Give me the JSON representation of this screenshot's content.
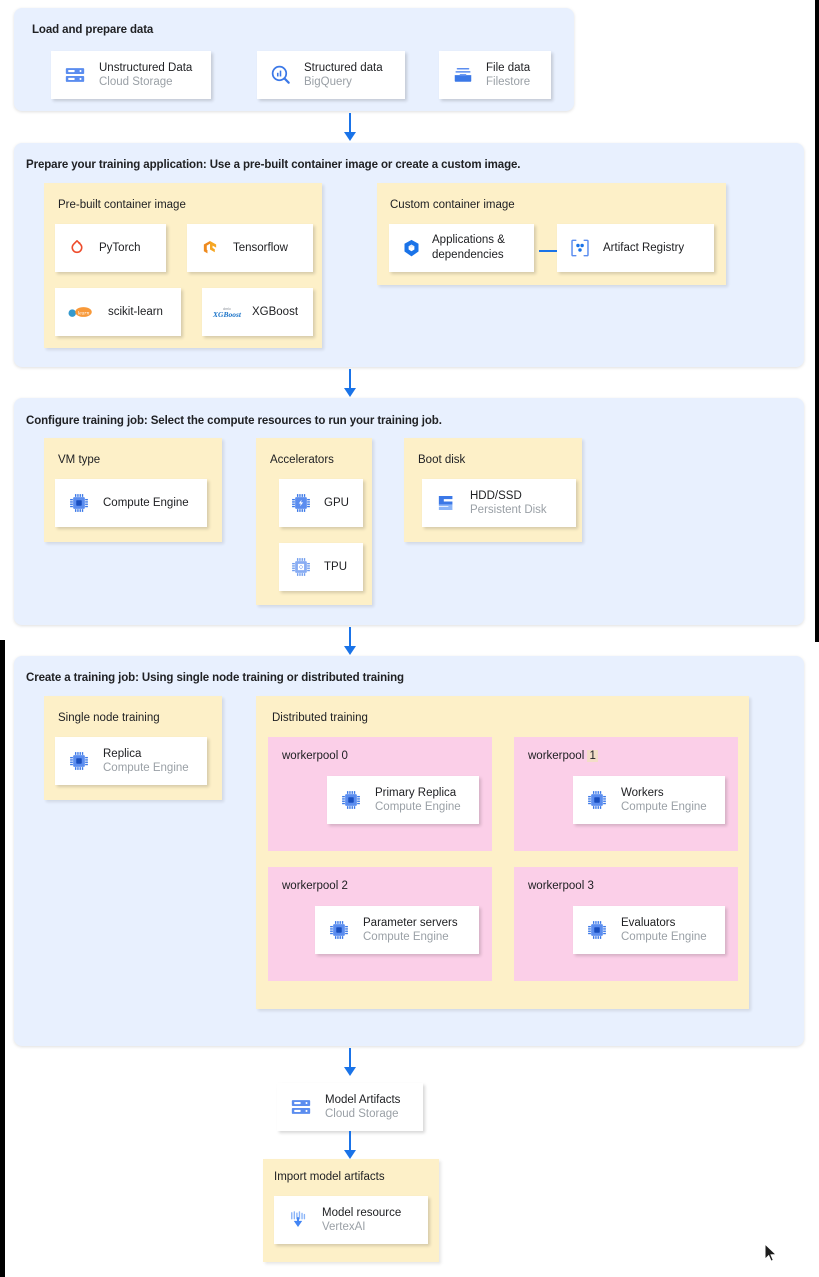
{
  "diagram": {
    "accent_blue": "#1a73e8",
    "stage_bg": "#e8f0fe",
    "group_bg": "#fdf0c8",
    "pool_bg": "#fbcfe8"
  },
  "stages": {
    "load": {
      "title": "Load and prepare data",
      "cards": [
        {
          "title": "Unstructured Data",
          "subtitle": "Cloud Storage",
          "icon": "cloud-storage-icon"
        },
        {
          "title": "Structured data",
          "subtitle": "BigQuery",
          "icon": "bigquery-icon"
        },
        {
          "title": "File data",
          "subtitle": "Filestore",
          "icon": "filestore-icon"
        }
      ]
    },
    "prepare": {
      "title": "Prepare your training application: Use a pre-built container image or create a custom image.",
      "prebuilt": {
        "title": "Pre-built container image",
        "cards": [
          {
            "title": "PyTorch",
            "icon": "pytorch-icon"
          },
          {
            "title": "Tensorflow",
            "icon": "tensorflow-icon"
          },
          {
            "title": "scikit-learn",
            "icon": "scikit-learn-icon"
          },
          {
            "title": "XGBoost",
            "icon": "xgboost-icon"
          }
        ]
      },
      "custom": {
        "title": "Custom container image",
        "cards": [
          {
            "title": "Applications & dependencies",
            "icon": "applications-icon"
          },
          {
            "title": "Artifact Registry",
            "icon": "artifact-registry-icon"
          }
        ]
      }
    },
    "configure": {
      "title": "Configure training job: Select the compute resources to run your training job.",
      "groups": [
        {
          "title": "VM type",
          "cards": [
            {
              "title": "Compute Engine",
              "icon": "compute-engine-icon"
            }
          ]
        },
        {
          "title": "Accelerators",
          "cards": [
            {
              "title": "GPU",
              "icon": "gpu-icon"
            },
            {
              "title": "TPU",
              "icon": "tpu-icon"
            }
          ]
        },
        {
          "title": "Boot disk",
          "cards": [
            {
              "title": "HDD/SSD",
              "subtitle": "Persistent Disk",
              "icon": "persistent-disk-icon"
            }
          ]
        }
      ]
    },
    "create": {
      "title": "Create a training job: Using single node training or distributed training",
      "single_node": {
        "title": "Single node training",
        "cards": [
          {
            "title": "Replica",
            "subtitle": "Compute Engine",
            "icon": "compute-engine-icon"
          }
        ]
      },
      "distributed": {
        "title": "Distributed training",
        "pools": [
          {
            "label_prefix": "workerpool ",
            "index": "0",
            "highlighted": false,
            "card": {
              "title": "Primary Replica",
              "subtitle": "Compute Engine",
              "icon": "compute-engine-icon"
            }
          },
          {
            "label_prefix": "workerpool ",
            "index": "1",
            "highlighted": true,
            "card": {
              "title": "Workers",
              "subtitle": "Compute Engine",
              "icon": "compute-engine-icon"
            }
          },
          {
            "label_prefix": "workerpool ",
            "index": "2",
            "highlighted": false,
            "card": {
              "title": "Parameter servers",
              "subtitle": "Compute Engine",
              "icon": "compute-engine-icon"
            }
          },
          {
            "label_prefix": "workerpool ",
            "index": "3",
            "highlighted": false,
            "card": {
              "title": "Evaluators",
              "subtitle": "Compute Engine",
              "icon": "compute-engine-icon"
            }
          }
        ]
      }
    },
    "artifacts": {
      "card": {
        "title": "Model Artifacts",
        "subtitle": "Cloud Storage",
        "icon": "cloud-storage-icon"
      }
    },
    "import": {
      "title": "Import model artifacts",
      "card": {
        "title": "Model resource",
        "subtitle": "VertexAI",
        "icon": "vertex-ai-icon"
      }
    }
  }
}
